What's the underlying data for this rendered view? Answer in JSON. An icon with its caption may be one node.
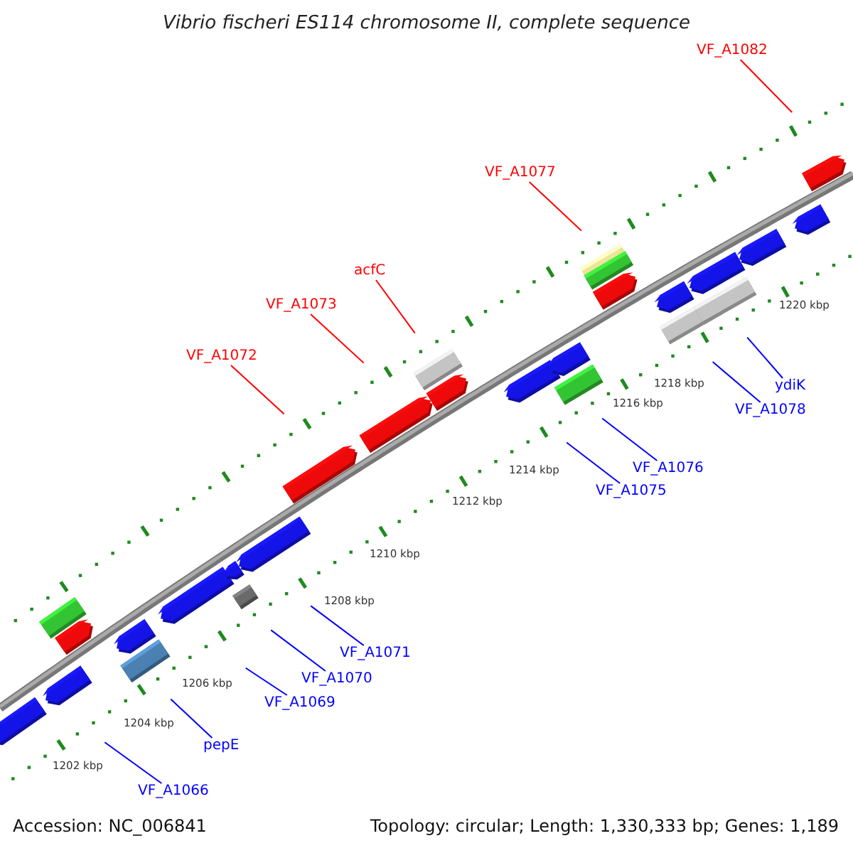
{
  "diagram": {
    "title": "Vibrio fischeri ES114 chromosome II, complete sequence",
    "nodes": [
      {
        "text": [
          "VF_A1082"
        ]
      },
      {
        "text": [
          "VF_A1077"
        ]
      },
      {
        "text": [
          "acfC"
        ]
      },
      {
        "text": [
          "VF_A1073"
        ]
      },
      {
        "text": [
          "VF_A1072"
        ]
      },
      {
        "text": [
          "ydiK"
        ]
      },
      {
        "text": [
          "VF_A1078"
        ]
      },
      {
        "text": [
          "VF_A1076"
        ]
      },
      {
        "text": [
          "VF_A1075"
        ]
      },
      {
        "text": [
          "VF_A1071"
        ]
      },
      {
        "text": [
          "VF_A1070"
        ]
      },
      {
        "text": [
          "VF_A1069"
        ]
      },
      {
        "text": [
          "pepE"
        ]
      },
      {
        "text": [
          "VF_A1066"
        ]
      }
    ],
    "edges": [
      {
        "from": 0,
        "to": null,
        "arrow": "none",
        "color": "#ff0000"
      },
      {
        "from": 1,
        "to": null,
        "arrow": "none",
        "color": "#ff0000"
      },
      {
        "from": 2,
        "to": null,
        "arrow": "none",
        "color": "#ff0000"
      },
      {
        "from": 3,
        "to": null,
        "arrow": "none",
        "color": "#ff0000"
      },
      {
        "from": 4,
        "to": null,
        "arrow": "none",
        "color": "#ff0000"
      },
      {
        "from": 5,
        "to": null,
        "arrow": "none"
      },
      {
        "from": 6,
        "to": null,
        "arrow": "none"
      },
      {
        "from": 7,
        "to": null,
        "arrow": "none"
      },
      {
        "from": 8,
        "to": null,
        "arrow": "none"
      },
      {
        "from": 9,
        "to": null,
        "arrow": "none"
      },
      {
        "from": 10,
        "to": null,
        "arrow": "none"
      },
      {
        "from": 11,
        "to": null,
        "arrow": "none"
      },
      {
        "from": 12,
        "to": null,
        "arrow": "none"
      },
      {
        "from": 13,
        "to": null,
        "arrow": "none"
      }
    ],
    "labels": [
      "1220 kbp",
      "1218 kbp",
      "1216 kbp",
      "1214 kbp",
      "1212 kbp",
      "1210 kbp",
      "1208 kbp",
      "1206 kbp",
      "1204 kbp",
      "1202 kbp",
      "Accession: NC_006841",
      "Topology: circular; Length: 1,330,333 bp; Genes: 1,189"
    ]
  }
}
